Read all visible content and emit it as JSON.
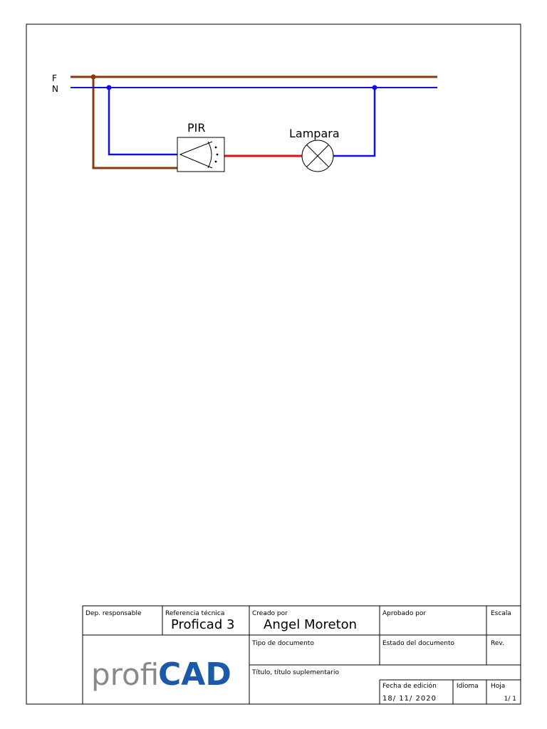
{
  "schematic": {
    "phase_label": "F",
    "neutral_label": "N",
    "pir_label": "PIR",
    "lamp_label": "Lampara",
    "colors": {
      "phase_wire": "#8B3A0F",
      "neutral_wire": "#1010E0",
      "switched_wire": "#E01010",
      "frame": "#000000"
    }
  },
  "title_block": {
    "dep_responsable_label": "Dep. responsable",
    "referencia_label": "Referencia técnica",
    "referencia_value": "Proficad 3",
    "creado_label": "Creado por",
    "creado_value": "Angel Moreton",
    "aprobado_label": "Aprobado por",
    "escala_label": "Escala",
    "tipo_label": "Tipo de documento",
    "estado_label": "Estado del documento",
    "rev_label": "Rev.",
    "titulo_label": "Título, título suplementario",
    "fecha_label": "Fecha de edición",
    "fecha_value": "18/ 11/ 2020",
    "idioma_label": "Idioma",
    "hoja_label": "Hoja",
    "hoja_value": "1/ 1",
    "logo_text_light": "profi",
    "logo_text_bold": "CAD",
    "logo_colors": {
      "light": "#8a8a8a",
      "bold": "#1a5aa8"
    }
  }
}
